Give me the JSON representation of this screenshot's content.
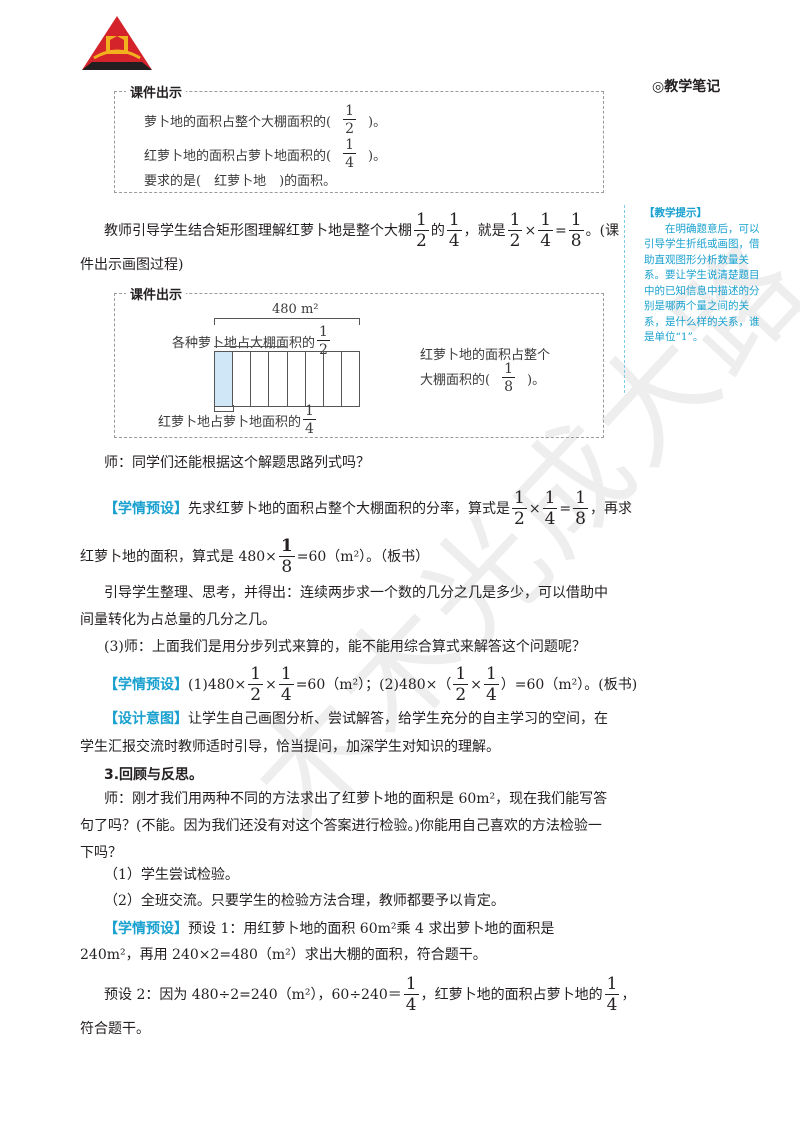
{
  "header": {
    "notes_title": "◎教学笔记"
  },
  "watermark": "木木光成大路",
  "box1": {
    "tag": "课件出示",
    "l1_pre": "萝卜地的面积占整个大棚面积的(",
    "l1_n": "1",
    "l1_d": "2",
    "l1_post": ")。",
    "l2_pre": "红萝卜地的面积占萝卜地面积的(",
    "l2_n": "1",
    "l2_d": "4",
    "l2_post": ")。",
    "l3": "要求的是(　红萝卜地　)的面积。"
  },
  "p1": {
    "text": "教师引导学生结合矩形图理解红萝卜地是整个大棚",
    "of": "的",
    "mid": "，就是",
    "times": "×",
    "eq": "=",
    "tail": "。(课",
    "line2": "件出示画图过程)"
  },
  "box2": {
    "tag": "课件出示",
    "area": "480 m²",
    "label_top": "各种萝卜地占大棚面积的",
    "top_n": "1",
    "top_d": "2",
    "label_bottom": "红萝卜地占萝卜地面积的",
    "bot_n": "1",
    "bot_d": "4",
    "right_l1": "红萝卜地的面积占整个",
    "right_l2_pre": "大棚面积的(",
    "right_n": "1",
    "right_d": "8",
    "right_post": ")。"
  },
  "p2": "师：同学们还能根据这个解题思路列式吗？",
  "p3": {
    "tag": "【学情预设】",
    "text": "先求红萝卜地的面积占整个大棚面积的分率，算式是",
    "tail": "，再求",
    "line2_pre": "红萝卜地的面积，算式是 480×",
    "line2_post": "=60（m²）。（板书）"
  },
  "p4": "引导学生整理、思考，并得出：连续两步求一个数的几分之几是多少，可以借助中间量转化为占总量的几分之几。",
  "p5": "(3)师：上面我们是用分步列式来算的，能不能用综合算式来解答这个问题呢？",
  "p6": {
    "tag": "【学情预设】",
    "a": "(1)480×",
    "b": "=60（m²）；(2)480×（",
    "c": "）=60（m²）。(板书)"
  },
  "p7": {
    "tag": "【设计意图】",
    "text": "让学生自己画图分析、尝试解答，给学生充分的自主学习的空间，在学生汇报交流时教师适时引导，恰当提问，加深学生对知识的理解。"
  },
  "h3": "3.回顾与反思。",
  "p8": "师：刚才我们用两种不同的方法求出了红萝卜地的面积是 60m²，现在我们能写答句了吗？(不能。因为我们还没有对这个答案进行检验。)你能用自己喜欢的方法检验一下吗？",
  "p9": "（1）学生尝试检验。",
  "p10": "（2）全班交流。只要学生的检验方法合理，教师都要予以肯定。",
  "p11": {
    "tag": "【学情预设】",
    "text": "预设 1：用红萝卜地的面积 60m²乘 4 求出萝卜地的面积是 240m²，再用 240×2=480（m²）求出大棚的面积，符合题干。"
  },
  "p12": {
    "pre": "预设 2：因为 480÷2=240（m²），60÷240＝",
    "mid": "，红萝卜地的面积占萝卜地的",
    "post": "，",
    "line2": "符合题干。"
  },
  "tip": {
    "title": "【教学提示】",
    "body": "在明确题意后，可以引导学生折纸或画图，借助直观图形分析数量关系。要让学生说清楚题目中的已知信息中描述的分别是哪两个量之间的关系，是什么样的关系，谁是单位“1”。"
  },
  "colors": {
    "accent": "#1aa1cf",
    "logo_red": "#d4232b",
    "logo_gold": "#f2b01e"
  }
}
